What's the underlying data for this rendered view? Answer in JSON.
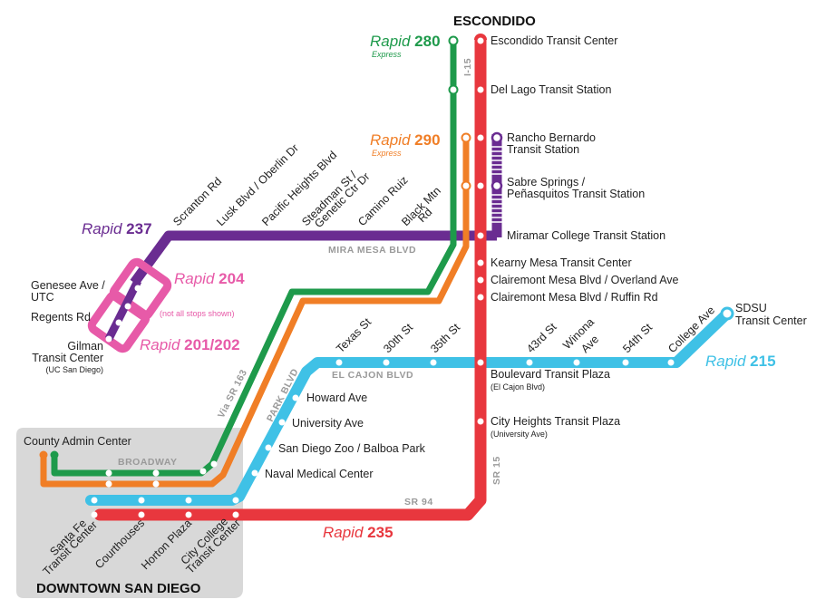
{
  "map": {
    "city_top": "ESCONDIDO",
    "city_bottom": "DOWNTOWN SAN DIEGO",
    "colors": {
      "red": "#e8373e",
      "green": "#1e9a4b",
      "orange": "#f07e26",
      "purple": "#6a2c91",
      "pink": "#e75aa8",
      "blue": "#3fc1e6",
      "downtown_box": "#d8d8d8"
    },
    "routes": {
      "r280": {
        "prefix": "Rapid",
        "number": "280",
        "sub": "Express"
      },
      "r290": {
        "prefix": "Rapid",
        "number": "290",
        "sub": "Express"
      },
      "r237": {
        "prefix": "Rapid",
        "number": "237"
      },
      "r204": {
        "prefix": "Rapid",
        "number": "204"
      },
      "r201": {
        "prefix": "Rapid",
        "number": "201/202"
      },
      "r235": {
        "prefix": "Rapid",
        "number": "235"
      },
      "r215": {
        "prefix": "Rapid",
        "number": "215"
      }
    },
    "roads": {
      "i15": "I-15",
      "sr15": "SR 15",
      "sr94": "SR 94",
      "sr163": "Via SR 163",
      "mira_mesa": "MIRA MESA BLVD",
      "el_cajon": "EL CAJON BLVD",
      "park": "PARK BLVD",
      "broadway": "BROADWAY"
    },
    "notes": {
      "not_all_stops": "(not all stops shown)"
    },
    "stations": {
      "escondido_tc": "Escondido Transit Center",
      "del_lago": "Del Lago Transit Station",
      "rancho_bernardo_1": "Rancho Bernardo",
      "rancho_bernardo_2": "Transit Station",
      "sabre_1": "Sabre Springs /",
      "sabre_2": "Peñasquitos Transit Station",
      "miramar": "Miramar College Transit Station",
      "kearny": "Kearny Mesa Transit Center",
      "clairemont_overland": "Clairemont Mesa Blvd / Overland Ave",
      "clairemont_ruffin": "Clairemont Mesa Blvd / Ruffin Rd",
      "boulevard_tp": "Boulevard Transit Plaza",
      "boulevard_tp_sub": "(El Cajon Blvd)",
      "city_heights": "City Heights Transit Plaza",
      "city_heights_sub": "(University Ave)",
      "sdsu_1": "SDSU",
      "sdsu_2": "Transit Center",
      "howard": "Howard Ave",
      "university": "University Ave",
      "zoo": "San Diego Zoo / Balboa Park",
      "naval": "Naval Medical Center",
      "county_admin": "County Admin Center",
      "genesee_1": "Genesee Ave /",
      "genesee_2": "UTC",
      "regents": "Regents Rd",
      "gilman_1": "Gilman",
      "gilman_2": "Transit Center",
      "gilman_sub": "(UC San Diego)",
      "scranton": "Scranton Rd",
      "lusk": "Lusk Blvd / Oberlin Dr",
      "pacific_heights": "Pacific Heights Blvd",
      "steadman_1": "Steadman St /",
      "steadman_2": "Genetic Ctr Dr",
      "camino_ruiz": "Camino Ruiz",
      "black_mtn_1": "Black Mtn",
      "black_mtn_2": "Rd",
      "texas": "Texas St",
      "st30": "30th St",
      "st35": "35th St",
      "st43": "43rd St",
      "winona_1": "Winona",
      "winona_2": "Ave",
      "st54": "54th St",
      "college": "College Ave",
      "santa_fe_1": "Santa Fe",
      "santa_fe_2": "Transit Center",
      "courthouses": "Courthouses",
      "horton": "Horton Plaza",
      "city_college_1": "City College",
      "city_college_2": "Transit Center"
    }
  }
}
